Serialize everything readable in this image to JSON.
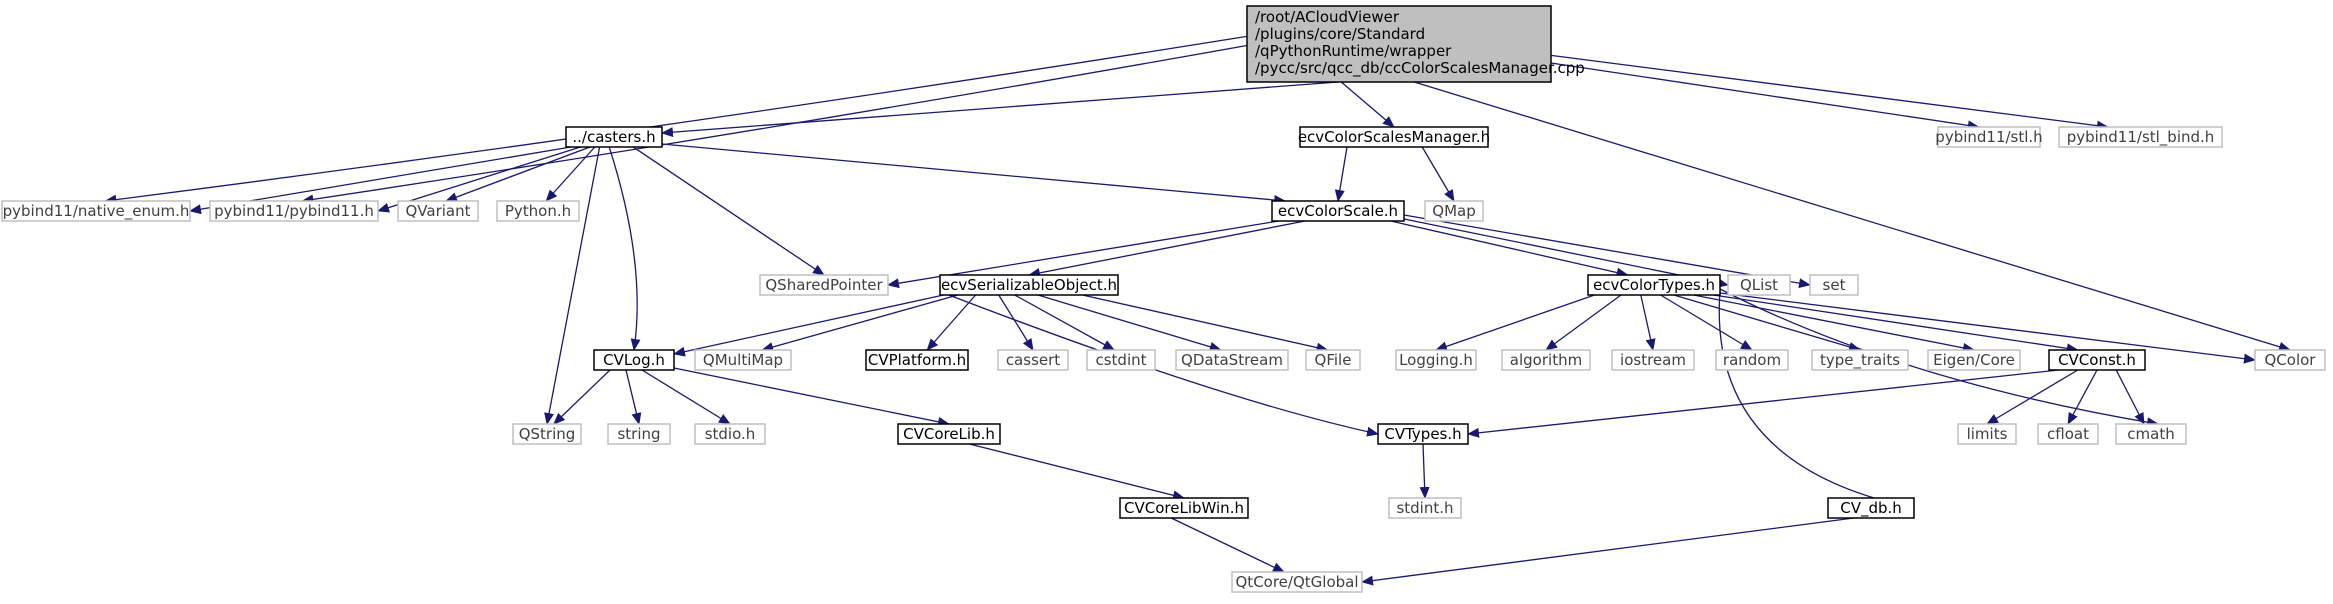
{
  "colors": {
    "edge": "#191970",
    "root_fill": "#bfbfbf",
    "root_border": "#000000",
    "node_border": "#000000",
    "external_border": "#bfbfbf",
    "text_dark": "#000000",
    "text_external": "#404040"
  },
  "root": {
    "lines": [
      "/root/ACloudViewer",
      "/plugins/core/Standard",
      "/qPythonRuntime/wrapper",
      "/pycc/src/qcc_db/ccColorScalesManager.cpp"
    ]
  },
  "nodes": {
    "casters": "../casters.h",
    "ecvColorScalesManager": "ecvColorScalesManager.h",
    "stl": "pybind11/stl.h",
    "stl_bind": "pybind11/stl_bind.h",
    "native_enum": "pybind11/native_enum.h",
    "pybind11": "pybind11/pybind11.h",
    "QVariant": "QVariant",
    "Python": "Python.h",
    "ecvColorScale": "ecvColorScale.h",
    "QMap": "QMap",
    "QSharedPointer": "QSharedPointer",
    "ecvSerializableObject": "ecvSerializableObject.h",
    "ecvColorTypes": "ecvColorTypes.h",
    "QList": "QList",
    "set": "set",
    "CVLog": "CVLog.h",
    "QMultiMap": "QMultiMap",
    "CVPlatform": "CVPlatform.h",
    "cassert": "cassert",
    "cstdint": "cstdint",
    "QDataStream": "QDataStream",
    "QFile": "QFile",
    "Logging": "Logging.h",
    "algorithm": "algorithm",
    "iostream": "iostream",
    "random": "random",
    "type_traits": "type_traits",
    "EigenCore": "Eigen/Core",
    "CVConst": "CVConst.h",
    "QColor": "QColor",
    "QString": "QString",
    "string": "string",
    "stdio": "stdio.h",
    "CVCoreLib": "CVCoreLib.h",
    "CVTypes": "CVTypes.h",
    "limits": "limits",
    "cfloat": "cfloat",
    "cmath": "cmath",
    "stdint": "stdint.h",
    "CVCoreLibWin": "CVCoreLibWin.h",
    "CV_db": "CV_db.h",
    "QtGlobal": "QtCore/QtGlobal"
  }
}
